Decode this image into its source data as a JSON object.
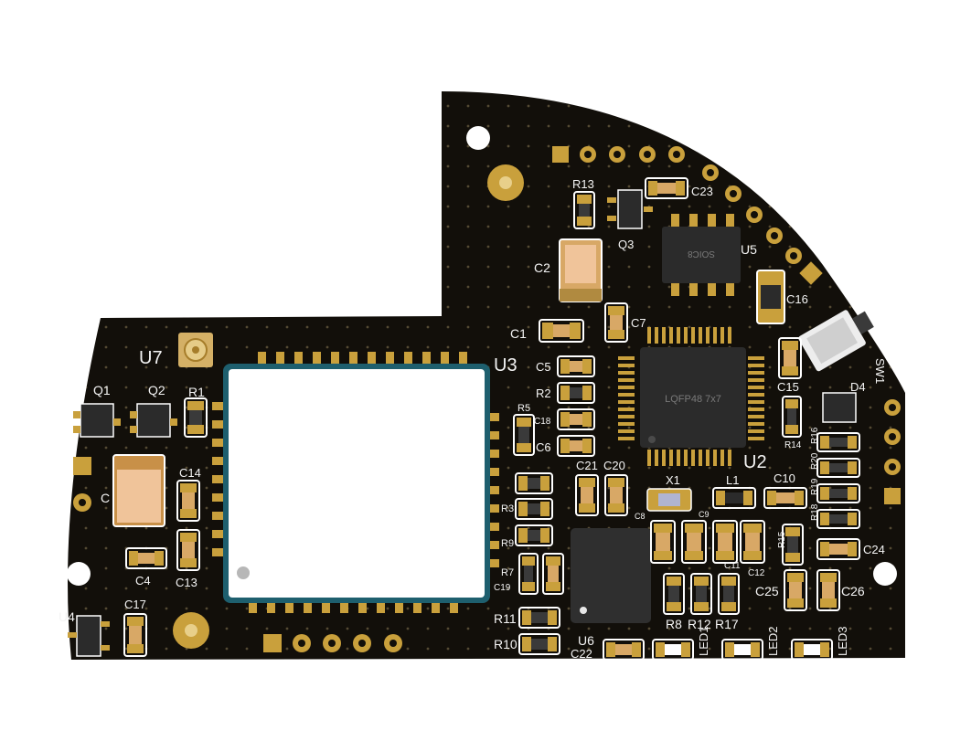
{
  "colors": {
    "board": "#120f0a",
    "copper_pad": "#d9b060",
    "gold_pad": "#c9a03c",
    "silk": "#f4f4f4",
    "ic_body": "#2b2b2b",
    "module_shield": "#ffffff",
    "module_border": "#1e5f6e",
    "cap_body": "#d8a866"
  },
  "labels": {
    "u7": "U7",
    "u3": "U3",
    "u2": "U2",
    "u5": "U5",
    "u4": "U4",
    "u6": "U6",
    "q1": "Q1",
    "q2": "Q2",
    "q3": "Q3",
    "r1": "R1",
    "r2": "R2",
    "r3": "R3",
    "r5": "R5",
    "r7": "R7",
    "r8": "R8",
    "r9": "R9",
    "r10": "R10",
    "r11": "R11",
    "r12": "R12",
    "r13": "R13",
    "r14": "R14",
    "r15": "R15",
    "r16": "R16",
    "r17": "R17",
    "r18": "R18",
    "r19": "R19",
    "r20": "R20",
    "c1": "C1",
    "c2": "C2",
    "c3": "C",
    "c4": "C4",
    "c5": "C5",
    "c6": "C6",
    "c7": "C7",
    "c8": "C8",
    "c9": "C9",
    "c10": "C10",
    "c11": "C11",
    "c12": "C12",
    "c13": "C13",
    "c14": "C14",
    "c15": "C15",
    "c16": "C16",
    "c17": "C17",
    "c18": "C18",
    "c19": "C19",
    "c20": "C20",
    "c21": "C21",
    "c22": "C22",
    "c23": "C23",
    "c24": "C24",
    "c25": "C25",
    "c26": "C26",
    "x1": "X1",
    "l1": "L1",
    "d4": "D4",
    "sw1": "SW1",
    "led1": "LED1",
    "led2": "LED2",
    "led3": "LED3",
    "u2_package": "LQFP48 7x7",
    "u5_package": "SOIC8"
  }
}
